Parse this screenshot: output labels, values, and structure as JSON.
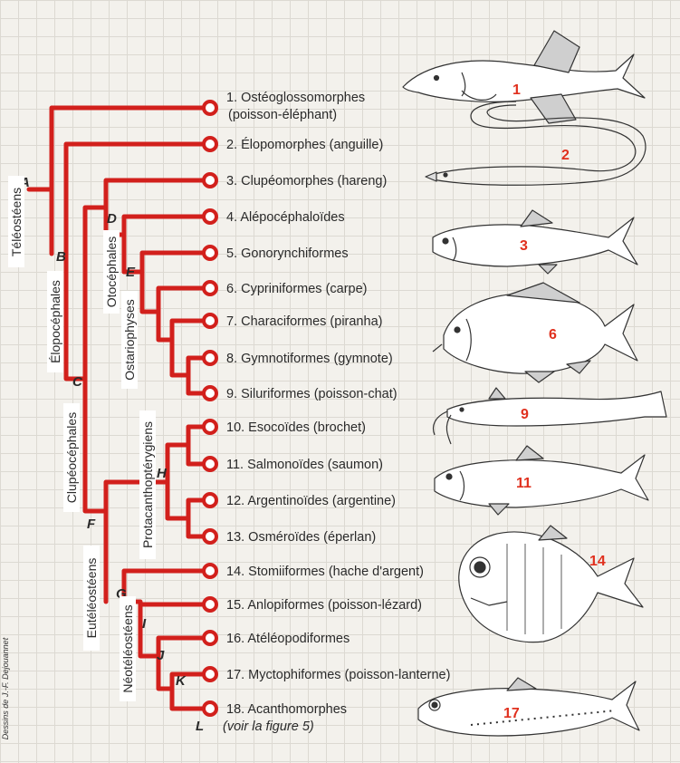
{
  "taxa": [
    {
      "label": "1. Ostéoglossomorphes",
      "label2": "(poisson-éléphant)"
    },
    {
      "label": "2. Élopomorphes (anguille)"
    },
    {
      "label": "3. Clupéomorphes (hareng)"
    },
    {
      "label": "4. Alépocéphaloïdes"
    },
    {
      "label": "5. Gonorynchiformes"
    },
    {
      "label": "6. Cypriniformes (carpe)"
    },
    {
      "label": "7. Characiformes (piranha)"
    },
    {
      "label": "8. Gymnotiformes (gymnote)"
    },
    {
      "label": "9. Siluriformes (poisson-chat)"
    },
    {
      "label": "10. Esocoïdes (brochet)"
    },
    {
      "label": "11. Salmonoïdes (saumon)"
    },
    {
      "label": "12. Argentinoïdes (argentine)"
    },
    {
      "label": "13. Osméroïdes (éperlan)"
    },
    {
      "label": "14. Stomiiformes (hache d'argent)"
    },
    {
      "label": "15. Anlopiformes (poisson-lézard)"
    },
    {
      "label": "16. Atéléopodiformes"
    },
    {
      "label": "17. Myctophiformes (poisson-lanterne)"
    },
    {
      "label": "18. Acanthomorphes",
      "label2": "(voir la figure 5)"
    }
  ],
  "nodes": [
    "A",
    "B",
    "C",
    "D",
    "E",
    "F",
    "G",
    "H",
    "I",
    "J",
    "K",
    "L"
  ],
  "clades": {
    "teleosteens": "Téléostéens",
    "elopocephales": "Élopocéphales",
    "clupeocephales": "Clupéocéphales",
    "otocephales": "Otocéphales",
    "ostariophyses": "Ostariophyses",
    "euteleosteens": "Eutéléostéens",
    "protacanthopterygiens": "Protacanthoptérygiens",
    "neoteleosteens": "Néotéléostéens"
  },
  "fish_numbers": [
    "1",
    "2",
    "3",
    "6",
    "9",
    "11",
    "14",
    "17"
  ],
  "credit": "Dessins de J.-F. Dejouannet",
  "colors": {
    "branch": "#d2201c",
    "text": "#2a2a2a",
    "fish_number": "#e0301e"
  }
}
